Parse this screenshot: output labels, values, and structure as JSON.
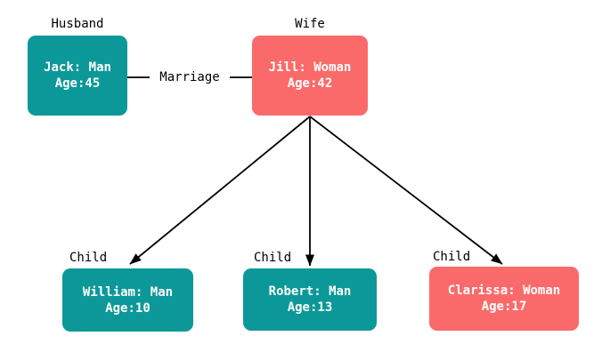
{
  "colors": {
    "man_node": "#0c9898",
    "woman_node": "#fb6a6a",
    "edge": "#000000",
    "node_text": "#ffffff",
    "label_text": "#000000",
    "background": "#ffffff"
  },
  "nodes": {
    "husband": {
      "role_label": "Husband",
      "name_line": "Jack: Man",
      "age_line": "Age:45",
      "gender": "man"
    },
    "wife": {
      "role_label": "Wife",
      "name_line": "Jill: Woman",
      "age_line": "Age:42",
      "gender": "woman"
    },
    "child1": {
      "role_label": "Child",
      "name_line": "William: Man",
      "age_line": "Age:10",
      "gender": "man"
    },
    "child2": {
      "role_label": "Child",
      "name_line": "Robert: Man",
      "age_line": "Age:13",
      "gender": "man"
    },
    "child3": {
      "role_label": "Child",
      "name_line": "Clarissa: Woman",
      "age_line": "Age:17",
      "gender": "woman"
    }
  },
  "edges": {
    "marriage": {
      "label": "Marriage",
      "from": "husband",
      "to": "wife"
    },
    "parent_child": [
      {
        "from": "wife",
        "to": "child1"
      },
      {
        "from": "wife",
        "to": "child2"
      },
      {
        "from": "wife",
        "to": "child3"
      }
    ]
  }
}
